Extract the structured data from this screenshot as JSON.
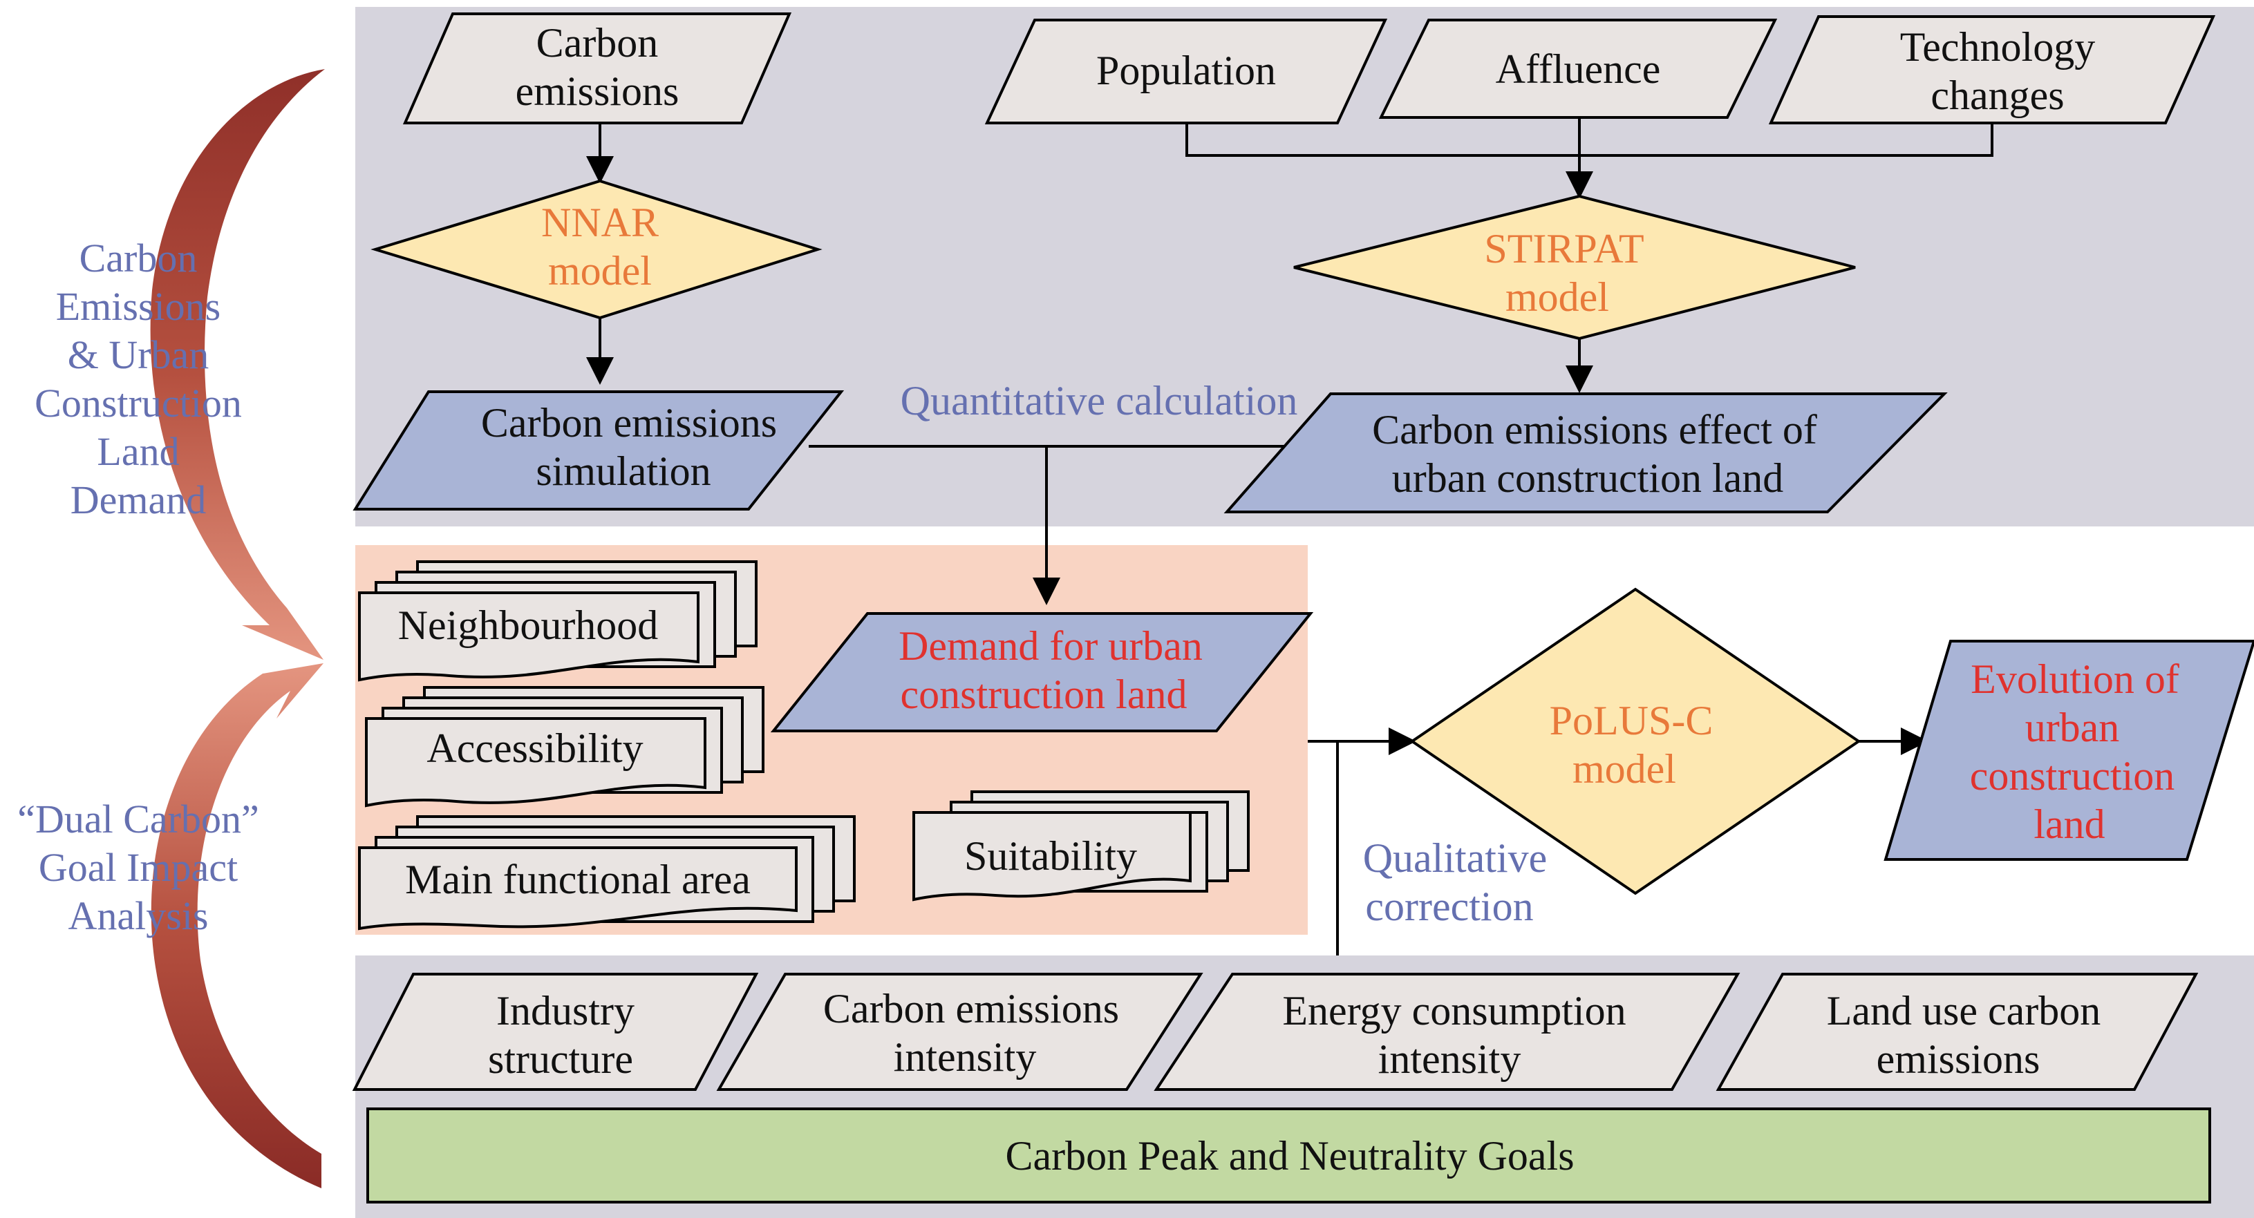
{
  "colors": {
    "panel_gray": "#d6d4dd",
    "panel_salmon": "#f9d4c3",
    "input_fill": "#e9e4e2",
    "output_fill": "#a9b4d6",
    "model_fill": "#fde8b2",
    "goal_fill": "#c2d9a2",
    "model_text": "#e8793a",
    "highlight_text": "#e0322e",
    "annotation_text": "#6570b0",
    "arrow_dark": "#8a2b26",
    "arrow_light": "#e49580"
  },
  "side_labels": {
    "top": [
      "Carbon",
      "Emissions",
      "& Urban",
      "Construction",
      "Land",
      "Demand"
    ],
    "bottom": [
      "“Dual Carbon”",
      "Goal Impact",
      "Analysis"
    ]
  },
  "top_panel": {
    "carbon_emissions": [
      "Carbon",
      "emissions"
    ],
    "population": "Population",
    "affluence": "Affluence",
    "technology": [
      "Technology",
      "changes"
    ],
    "nnar": [
      "NNAR",
      "model"
    ],
    "stirpat": [
      "STIRPAT",
      "model"
    ],
    "simulation": [
      "Carbon emissions",
      "simulation"
    ],
    "effect": [
      "Carbon emissions effect of",
      "urban construction land"
    ],
    "quantitative": "Quantitative calculation"
  },
  "middle_panel": {
    "neighbourhood": "Neighbourhood",
    "accessibility": "Accessibility",
    "main_functional": "Main functional area",
    "suitability": "Suitability",
    "demand": [
      "Demand for urban",
      "construction land"
    ]
  },
  "polus": [
    "PoLUS-C",
    "model"
  ],
  "evolution": [
    "Evolution of",
    "urban",
    "construction",
    "land"
  ],
  "qualitative": [
    "Qualitative",
    "correction"
  ],
  "bottom_panel": {
    "industry": [
      "Industry",
      "structure"
    ],
    "intensity": [
      "Carbon emissions",
      "intensity"
    ],
    "energy": [
      "Energy consumption",
      "intensity"
    ],
    "land_use": [
      "Land use carbon",
      "emissions"
    ],
    "goals": "Carbon Peak and Neutrality Goals"
  }
}
